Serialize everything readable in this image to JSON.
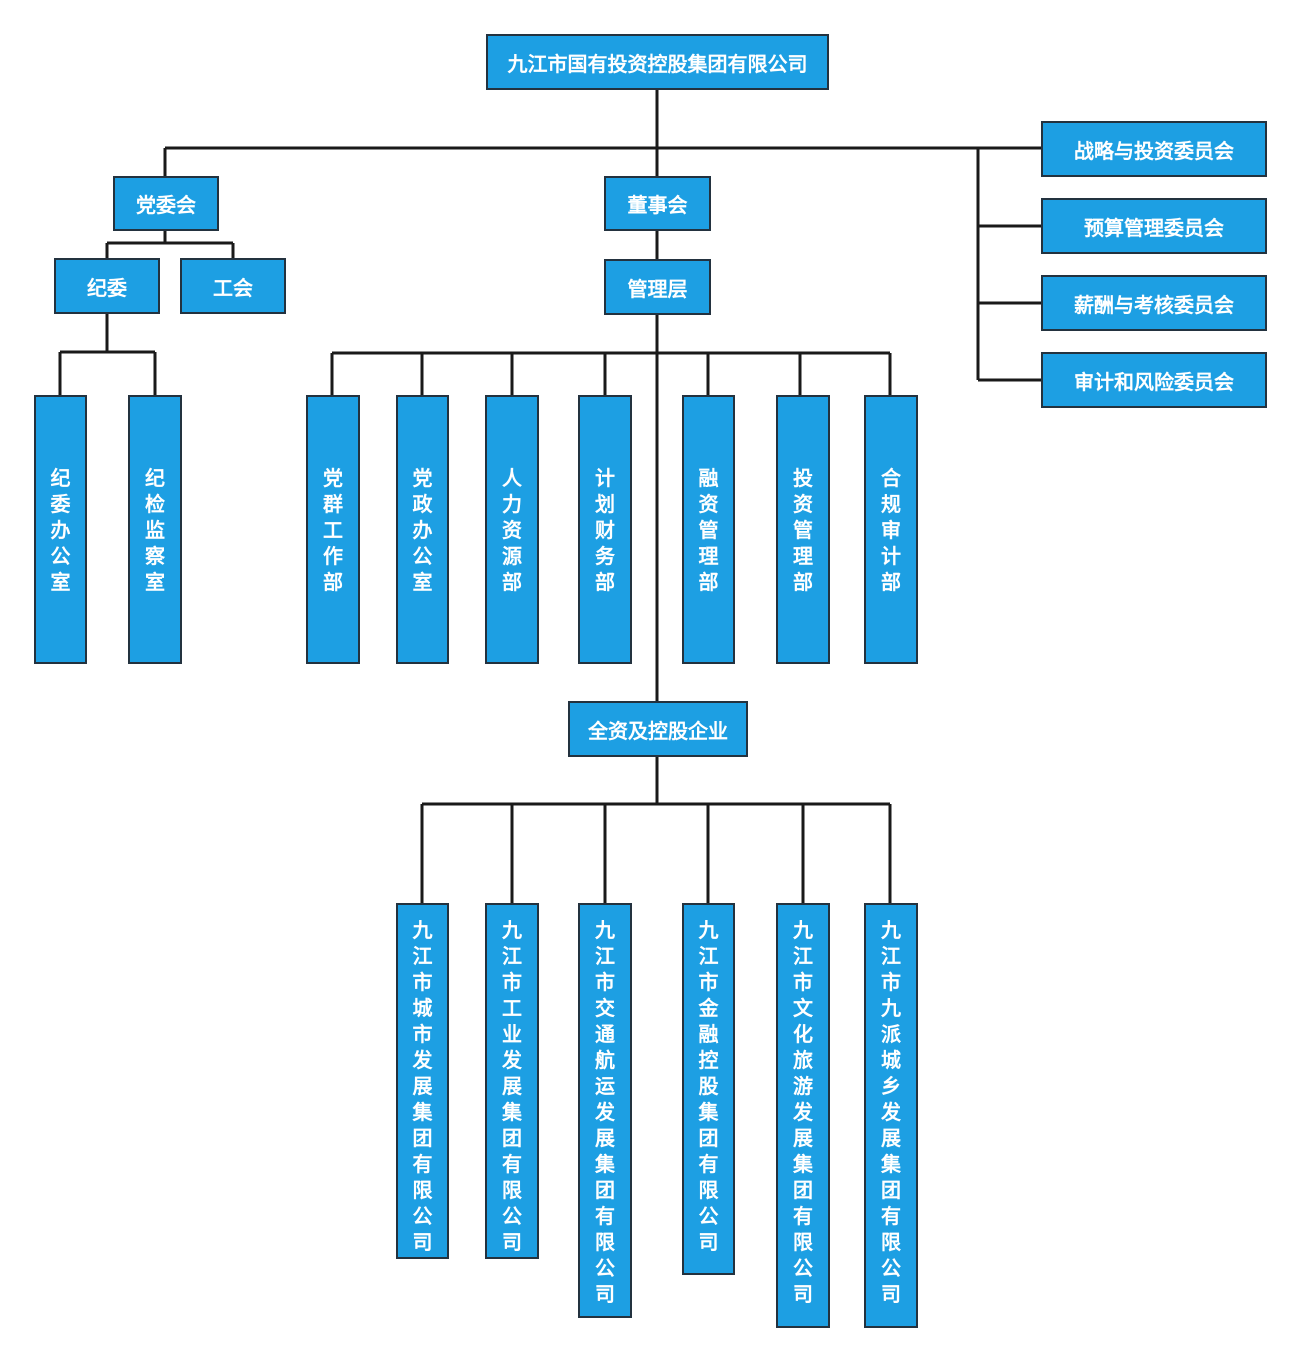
{
  "chart": {
    "root": "九江市国有投资控股集团有限公司",
    "committees": [
      "战略与投资委员会",
      "预算管理委员会",
      "薪酬与考核委员会",
      "审计和风险委员会"
    ],
    "party": {
      "name": "党委会",
      "children": [
        "纪委",
        "工会"
      ],
      "offices": [
        "纪委办公室",
        "纪检监察室"
      ]
    },
    "board": "董事会",
    "management": "管理层",
    "departments": [
      "党群工作部",
      "党政办公室",
      "人力资源部",
      "计划财务部",
      "融资管理部",
      "投资管理部",
      "合规审计部"
    ],
    "enterprise_group": "全资及控股企业",
    "enterprises": [
      "九江市城市发展集团有限公司",
      "九江市工业发展集团有限公司",
      "九江市交通航运发展集团有限公司",
      "九江市金融控股集团有限公司",
      "九江市文化旅游发展集团有限公司",
      "九江市九派城乡发展集团有限公司"
    ]
  },
  "colors": {
    "box_fill": "#1d9fe3",
    "box_border": "#23323f",
    "line": "#1a1a1a",
    "text": "#ffffff"
  }
}
